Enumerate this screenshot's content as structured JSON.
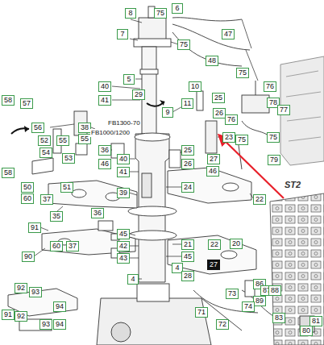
{
  "diagram": {
    "nodes": [
      {
        "text": [
          "8"
        ]
      },
      {
        "text": [
          "75"
        ]
      },
      {
        "text": [
          "6"
        ]
      },
      {
        "text": [
          "7"
        ]
      },
      {
        "text": [
          "75"
        ]
      },
      {
        "text": [
          "47"
        ]
      },
      {
        "text": [
          "48"
        ]
      },
      {
        "text": [
          "75"
        ]
      },
      {
        "text": [
          "5"
        ]
      },
      {
        "text": [
          "76"
        ]
      },
      {
        "text": [
          "40"
        ]
      },
      {
        "text": [
          "10"
        ]
      },
      {
        "text": [
          "58"
        ]
      },
      {
        "text": [
          "57"
        ]
      },
      {
        "text": [
          "41"
        ]
      },
      {
        "text": [
          "29"
        ]
      },
      {
        "text": [
          "25"
        ]
      },
      {
        "text": [
          "78"
        ]
      },
      {
        "text": [
          "77"
        ]
      },
      {
        "text": [
          "11"
        ]
      },
      {
        "text": [
          "9"
        ]
      },
      {
        "text": [
          "26"
        ]
      },
      {
        "text": [
          "76"
        ]
      },
      {
        "text": [
          "56"
        ]
      },
      {
        "text": [
          "38"
        ]
      },
      {
        "text": [
          "52"
        ]
      },
      {
        "text": [
          "55"
        ]
      },
      {
        "text": [
          "55"
        ]
      },
      {
        "text": [
          "23"
        ]
      },
      {
        "text": [
          "75"
        ]
      },
      {
        "text": [
          "75"
        ]
      },
      {
        "text": [
          "54"
        ]
      },
      {
        "text": [
          "36"
        ]
      },
      {
        "text": [
          "25"
        ]
      },
      {
        "text": [
          "53"
        ]
      },
      {
        "text": [
          "40"
        ]
      },
      {
        "text": [
          "27"
        ]
      },
      {
        "text": [
          "79"
        ]
      },
      {
        "text": [
          "46"
        ]
      },
      {
        "text": [
          "26"
        ]
      },
      {
        "text": [
          "46"
        ]
      },
      {
        "text": [
          "41"
        ]
      },
      {
        "text": [
          "58"
        ]
      },
      {
        "text": [
          "51"
        ]
      },
      {
        "text": [
          "24"
        ]
      },
      {
        "text": [
          "50"
        ]
      },
      {
        "text": [
          "39"
        ]
      },
      {
        "text": [
          "60"
        ]
      },
      {
        "text": [
          "37"
        ]
      },
      {
        "text": [
          "22"
        ]
      },
      {
        "text": [
          "36"
        ]
      },
      {
        "text": [
          "35"
        ]
      },
      {
        "text": [
          "91"
        ]
      },
      {
        "text": [
          "45"
        ]
      },
      {
        "text": [
          "21"
        ]
      },
      {
        "text": [
          "22"
        ]
      },
      {
        "text": [
          "20"
        ]
      },
      {
        "text": [
          "37"
        ]
      },
      {
        "text": [
          "60"
        ]
      },
      {
        "text": [
          "42"
        ]
      },
      {
        "text": [
          "45"
        ]
      },
      {
        "text": [
          "90"
        ]
      },
      {
        "text": [
          "43"
        ]
      },
      {
        "text": [
          "27"
        ]
      },
      {
        "text": [
          "4"
        ]
      },
      {
        "text": [
          "28"
        ]
      },
      {
        "text": [
          "4"
        ]
      },
      {
        "text": [
          "86"
        ]
      },
      {
        "text": [
          "92"
        ]
      },
      {
        "text": [
          "87"
        ]
      },
      {
        "text": [
          "88"
        ]
      },
      {
        "text": [
          "93"
        ]
      },
      {
        "text": [
          "73"
        ]
      },
      {
        "text": [
          "89"
        ]
      },
      {
        "text": [
          "94"
        ]
      },
      {
        "text": [
          "74"
        ]
      },
      {
        "text": [
          "71"
        ]
      },
      {
        "text": [
          "91"
        ]
      },
      {
        "text": [
          "92"
        ]
      },
      {
        "text": [
          "83"
        ]
      },
      {
        "text": [
          "81"
        ]
      },
      {
        "text": [
          "72"
        ]
      },
      {
        "text": [
          "93"
        ]
      },
      {
        "text": [
          "94"
        ]
      },
      {
        "text": [
          "80"
        ]
      }
    ],
    "labels": [
      "FB1300-70",
      "FB1000/1200",
      "ST2"
    ]
  }
}
